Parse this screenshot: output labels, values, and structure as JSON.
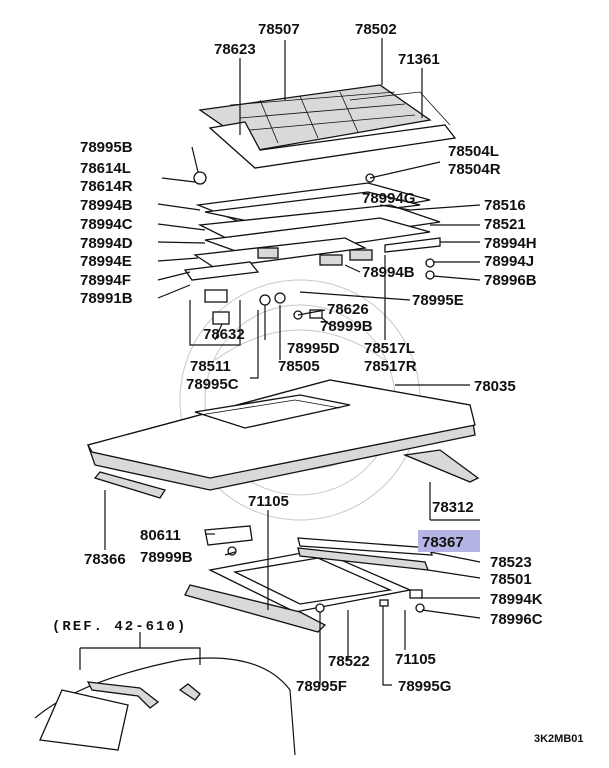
{
  "labels": {
    "p78507": "78507",
    "p78502": "78502",
    "p78623": "78623",
    "p71361": "71361",
    "p78995B": "78995B",
    "p78614L": "78614L",
    "p78614R": "78614R",
    "p78504L": "78504L",
    "p78504R": "78504R",
    "p78994B_a": "78994B",
    "p78994G": "78994G",
    "p78516": "78516",
    "p78994C": "78994C",
    "p78521": "78521",
    "p78994D": "78994D",
    "p78994H": "78994H",
    "p78994E": "78994E",
    "p78994J": "78994J",
    "p78994B_b": "78994B",
    "p78994F": "78994F",
    "p78996B": "78996B",
    "p78991B": "78991B",
    "p78995E": "78995E",
    "p78626": "78626",
    "p78632": "78632",
    "p78999B_a": "78999B",
    "p78995D": "78995D",
    "p78517L": "78517L",
    "p78511": "78511",
    "p78505": "78505",
    "p78517R": "78517R",
    "p78995C": "78995C",
    "p78035": "78035",
    "p78312": "78312",
    "p71105_a": "71105",
    "p78367": "78367",
    "p80611": "80611",
    "p78523": "78523",
    "p78999B_b": "78999B",
    "p78366": "78366",
    "p78501": "78501",
    "p78994K": "78994K",
    "p78996C": "78996C",
    "p78522": "78522",
    "p71105_b": "71105",
    "p78995F": "78995F",
    "p78995G": "78995G"
  },
  "reference": "(REF. 42-610)",
  "diagram_code": "3K2MB01",
  "highlight_color": "#b4b4e6"
}
